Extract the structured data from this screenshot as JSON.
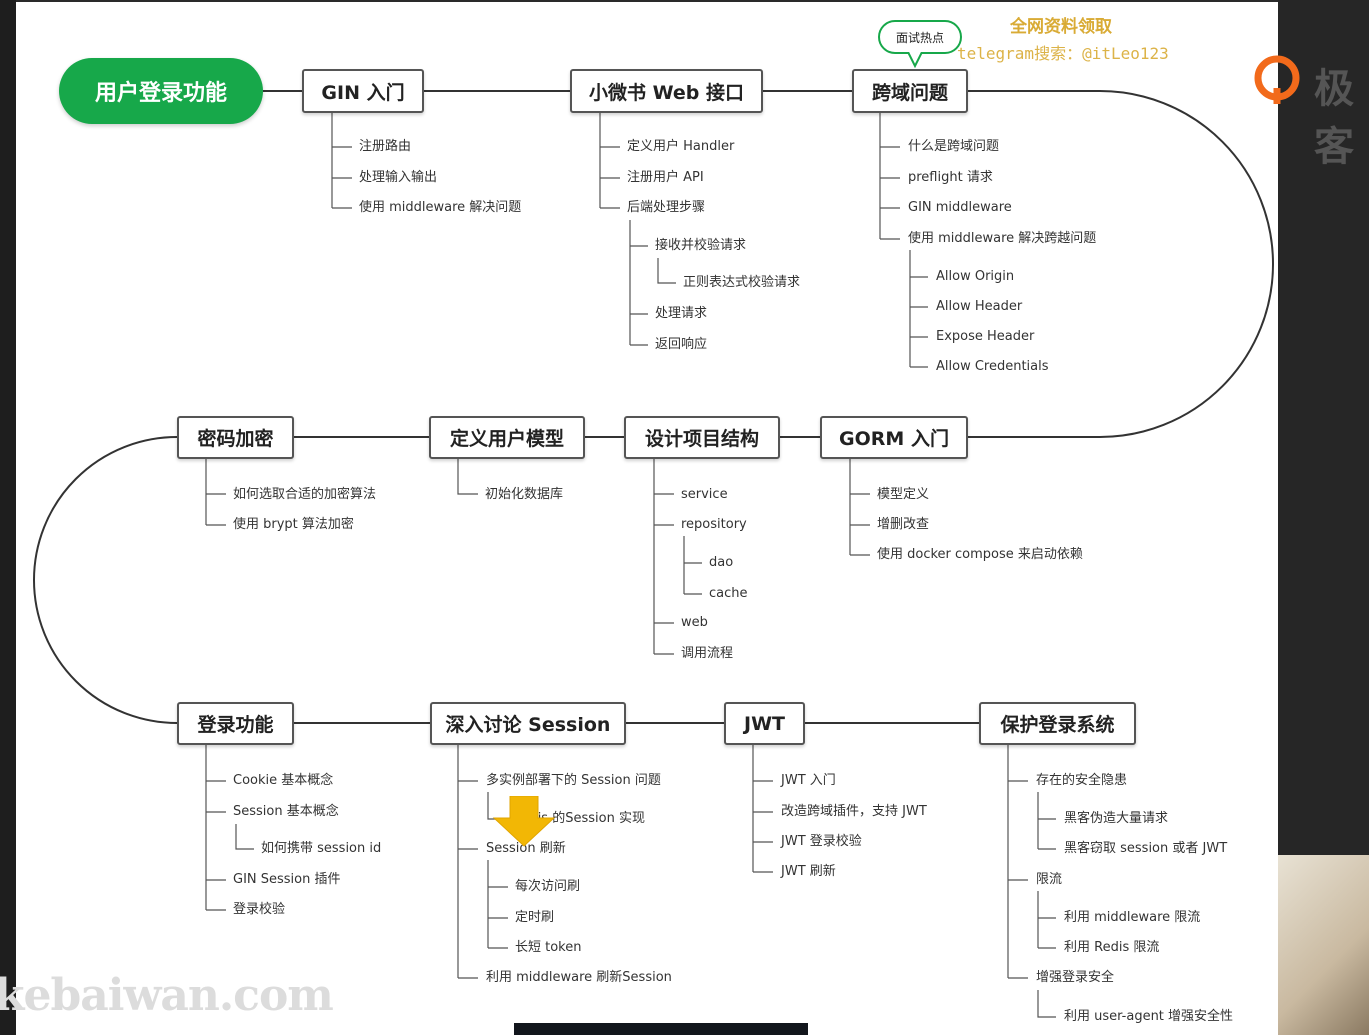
{
  "root": "用户登录功能",
  "watermark": {
    "title": "全网资料领取",
    "telegram": "telegram搜索：@itLeo123",
    "site": "kebaiwan.com",
    "brand": "极客"
  },
  "bubble": "面试热点",
  "nodes": {
    "gin": "GIN 入门",
    "web": "小微书 Web 接口",
    "cors": "跨域问题",
    "gorm": "GORM 入门",
    "structure": "设计项目结构",
    "model": "定义用户模型",
    "encrypt": "密码加密",
    "login": "登录功能",
    "session": "深入讨论 Session",
    "jwt": "JWT",
    "protect": "保护登录系统"
  },
  "leaves": {
    "gin": [
      "注册路由",
      "处理输入输出",
      "使用 middleware 解决问题"
    ],
    "web": [
      "定义用户 Handler",
      "注册用户 API",
      "后端处理步骤",
      "接收并校验请求",
      "正则表达式校验请求",
      "处理请求",
      "返回响应"
    ],
    "cors": [
      "什么是跨域问题",
      "preflight 请求",
      "GIN middleware",
      "使用 middleware 解决跨越问题",
      "Allow Origin",
      "Allow Header",
      "Expose Header",
      "Allow Credentials"
    ],
    "gorm": [
      "模型定义",
      "增删改查",
      "使用 docker compose 来启动依赖"
    ],
    "structure": [
      "service",
      "repository",
      "dao",
      "cache",
      "web",
      "调用流程"
    ],
    "model": [
      "初始化数据库"
    ],
    "encrypt": [
      "如何选取合适的加密算法",
      "使用 brypt 算法加密"
    ],
    "login": [
      "Cookie 基本概念",
      "Session 基本概念",
      "如何携带 session id",
      "GIN Session 插件",
      "登录校验"
    ],
    "session": [
      "多实例部署下的 Session 问题",
      "Redis 的Session 实现",
      "Session 刷新",
      "每次访问刷",
      "定时刷",
      "长短 token",
      "利用 middleware  刷新Session"
    ],
    "jwt": [
      "JWT 入门",
      "改造跨域插件，支持 JWT",
      "JWT 登录校验",
      "JWT 刷新"
    ],
    "protect": [
      "存在的安全隐患",
      "黑客伪造大量请求",
      "黑客窃取 session 或者 JWT",
      "限流",
      "利用 middleware 限流",
      "利用 Redis 限流",
      "增强登录安全",
      "利用 user-agent 增强安全性"
    ]
  },
  "colors": {
    "root_fill": "#17a84a",
    "watermark": "#d9ab35",
    "arrow": "#f2b705",
    "logo": "#f26a1b"
  }
}
